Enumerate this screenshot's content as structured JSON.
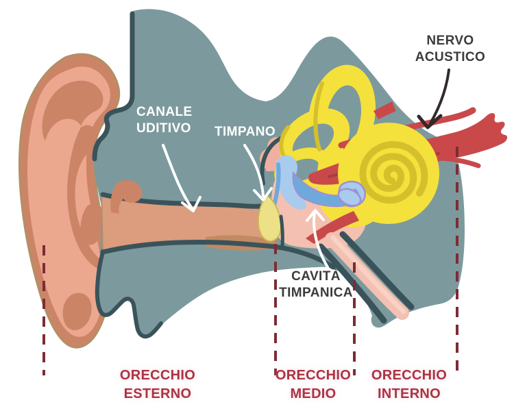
{
  "palette": {
    "background": "#FFFFFF",
    "head": "#7C9A9D",
    "outline": "#3A535A",
    "pinna_rim": "#CC8467",
    "pinna_inner": "#ECA78F",
    "pinna_outline": "#B29066",
    "canal": "#DC9C7E",
    "canal_shadow": "#C28A63",
    "cavity": "#F3C0B1",
    "cavity_light": "#F9D2C5",
    "bumps": "#EFB0A2",
    "eardrum": "#EDE187",
    "eardrum_edge": "#CBBA55",
    "labyrinth": "#F5E13B",
    "labyrinth_shadow": "#D5C02C",
    "ossicle_light": "#A8CBEE",
    "ossicle_mid": "#6FA9DC",
    "ossicle_outline": "#A08FD0",
    "nerve": "#C9494B",
    "nerve_shadow": "#AD3B3E",
    "arrow_light": "#FFFFFF",
    "arrow_dark": "#332A2A",
    "label_light": "#FFFFFF",
    "label_dark": "#3B3B3B",
    "region_label": "#A93442",
    "dashed_line": "#7D2B36"
  },
  "callouts": {
    "canale_uditivo": {
      "label": "CANALE\nUDITIVO"
    },
    "timpano": {
      "label": "TIMPANO"
    },
    "nervo_acustico": {
      "label": "NERVO\nACUSTICO"
    },
    "cavita_timpanica": {
      "label": "CAVITÀ\nTIMPANICA"
    }
  },
  "regions": [
    {
      "id": "orecchio-esterno",
      "label": "ORECCHIO\nESTERNO"
    },
    {
      "id": "orecchio-medio",
      "label": "ORECCHIO\nMEDIO"
    },
    {
      "id": "orecchio-interno",
      "label": "ORECCHIO\nINTERNO"
    }
  ]
}
